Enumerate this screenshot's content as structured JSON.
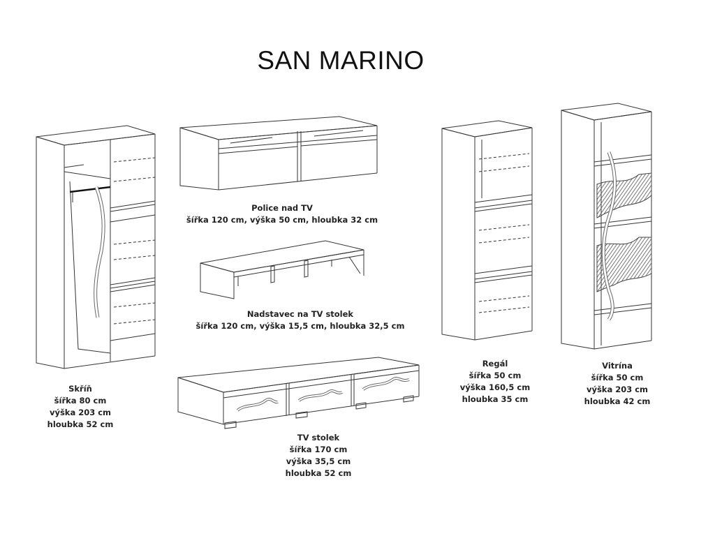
{
  "title": "SAN MARINO",
  "items": {
    "skrin": {
      "name": "Skříň",
      "lines": [
        "šířka 80 cm",
        "výška 203 cm",
        "hloubka 52 cm"
      ]
    },
    "police": {
      "name": "Police nad TV",
      "lines": [
        "šířka 120 cm, výška 50 cm, hloubka 32 cm"
      ]
    },
    "nadstavec": {
      "name": "Nadstavec na TV stolek",
      "lines": [
        "šířka 120 cm, výška 15,5 cm, hloubka 32,5 cm"
      ]
    },
    "stolek": {
      "name": "TV stolek",
      "lines": [
        "šířka 170 cm",
        "výška 35,5 cm",
        "hloubka 52 cm"
      ]
    },
    "regal": {
      "name": "Regál",
      "lines": [
        "šířka 50 cm",
        "výška 160,5 cm",
        "hloubka 35 cm"
      ]
    },
    "vitrina": {
      "name": "Vitrína",
      "lines": [
        "šířka 50 cm",
        "výška 203 cm",
        "hloubka 42 cm"
      ]
    }
  },
  "colors": {
    "line": "#333333",
    "glass": "#555555"
  }
}
